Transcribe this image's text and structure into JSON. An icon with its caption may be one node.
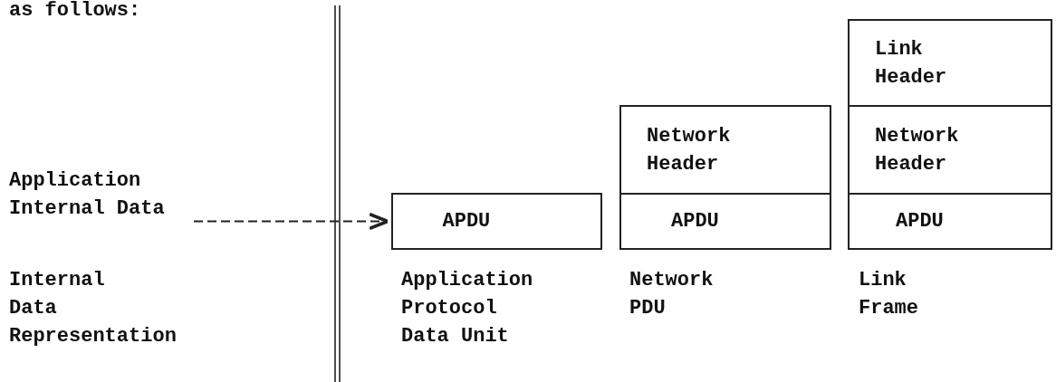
{
  "diagram": {
    "nodes": [
      {
        "text": [
          "Application Internal Data"
        ]
      },
      {
        "text": [
          "APDU"
        ]
      },
      {
        "text": [
          "Network Header"
        ]
      },
      {
        "text": [
          "APDU"
        ]
      },
      {
        "text": [
          "Link Header"
        ]
      },
      {
        "text": [
          "Network Header"
        ]
      },
      {
        "text": [
          "APDU"
        ]
      }
    ],
    "edges": [
      {
        "from": 0,
        "to": 1,
        "arrow": "to",
        "style": "dashed"
      }
    ],
    "labels": [
      "as follows:",
      "Internal Data Representation",
      "Application Protocol Data Unit",
      "Network PDU",
      "Link Frame"
    ]
  }
}
